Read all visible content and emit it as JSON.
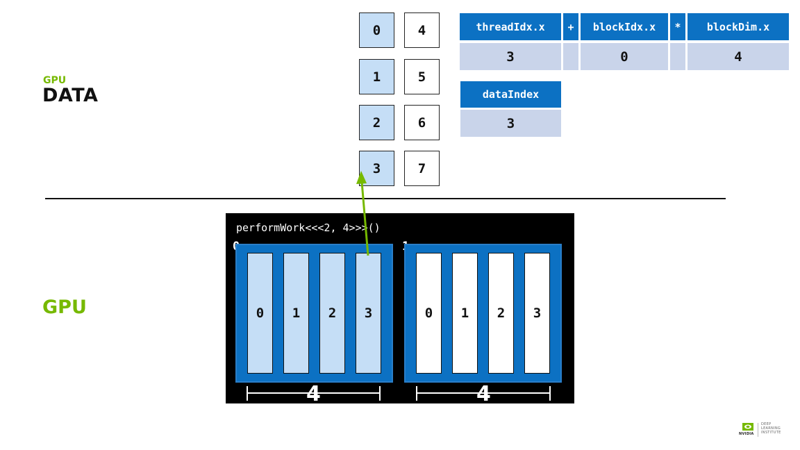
{
  "labels": {
    "gpu_small": "GPU",
    "data_big": "DATA",
    "gpu_big": "GPU"
  },
  "data_cells": {
    "column_a": [
      "0",
      "1",
      "2",
      "3"
    ],
    "column_b": [
      "4",
      "5",
      "6",
      "7"
    ]
  },
  "formula": {
    "headers": [
      "threadIdx.x",
      "+",
      "blockIdx.x",
      "*",
      "blockDim.x"
    ],
    "values": [
      "3",
      "",
      "0",
      "",
      "4"
    ],
    "result_header": "dataIndex",
    "result_value": "3"
  },
  "gpu": {
    "launch": "performWork<<<2, 4>>>()",
    "blocks": [
      {
        "index": "0",
        "threads": [
          "0",
          "1",
          "2",
          "3"
        ],
        "dim": "4",
        "fill": "blue"
      },
      {
        "index": "1",
        "threads": [
          "0",
          "1",
          "2",
          "3"
        ],
        "dim": "4",
        "fill": "white"
      }
    ]
  },
  "logo": {
    "brand": "NVIDIA",
    "line1": "DEEP",
    "line2": "LEARNING",
    "line3": "INSTITUTE"
  },
  "colors": {
    "accent_green": "#76b900",
    "header_blue": "#0c71c3",
    "value_lavender": "#c9d4ea",
    "cell_blue": "#c5def6"
  }
}
